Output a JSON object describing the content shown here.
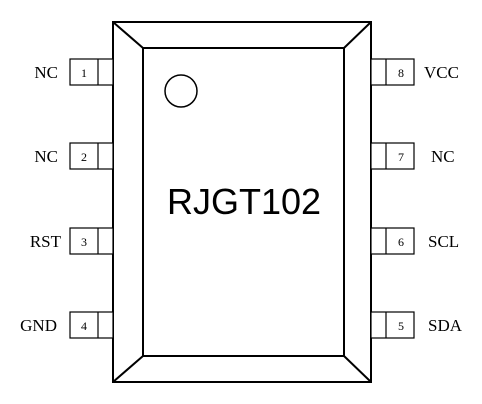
{
  "chip": {
    "name": "RJGT102"
  },
  "pins": {
    "left": [
      {
        "number": "1",
        "label": "NC"
      },
      {
        "number": "2",
        "label": "NC"
      },
      {
        "number": "3",
        "label": "RST"
      },
      {
        "number": "4",
        "label": "GND"
      }
    ],
    "right": [
      {
        "number": "8",
        "label": "VCC"
      },
      {
        "number": "7",
        "label": "NC"
      },
      {
        "number": "6",
        "label": "SCL"
      },
      {
        "number": "5",
        "label": "SDA"
      }
    ]
  }
}
